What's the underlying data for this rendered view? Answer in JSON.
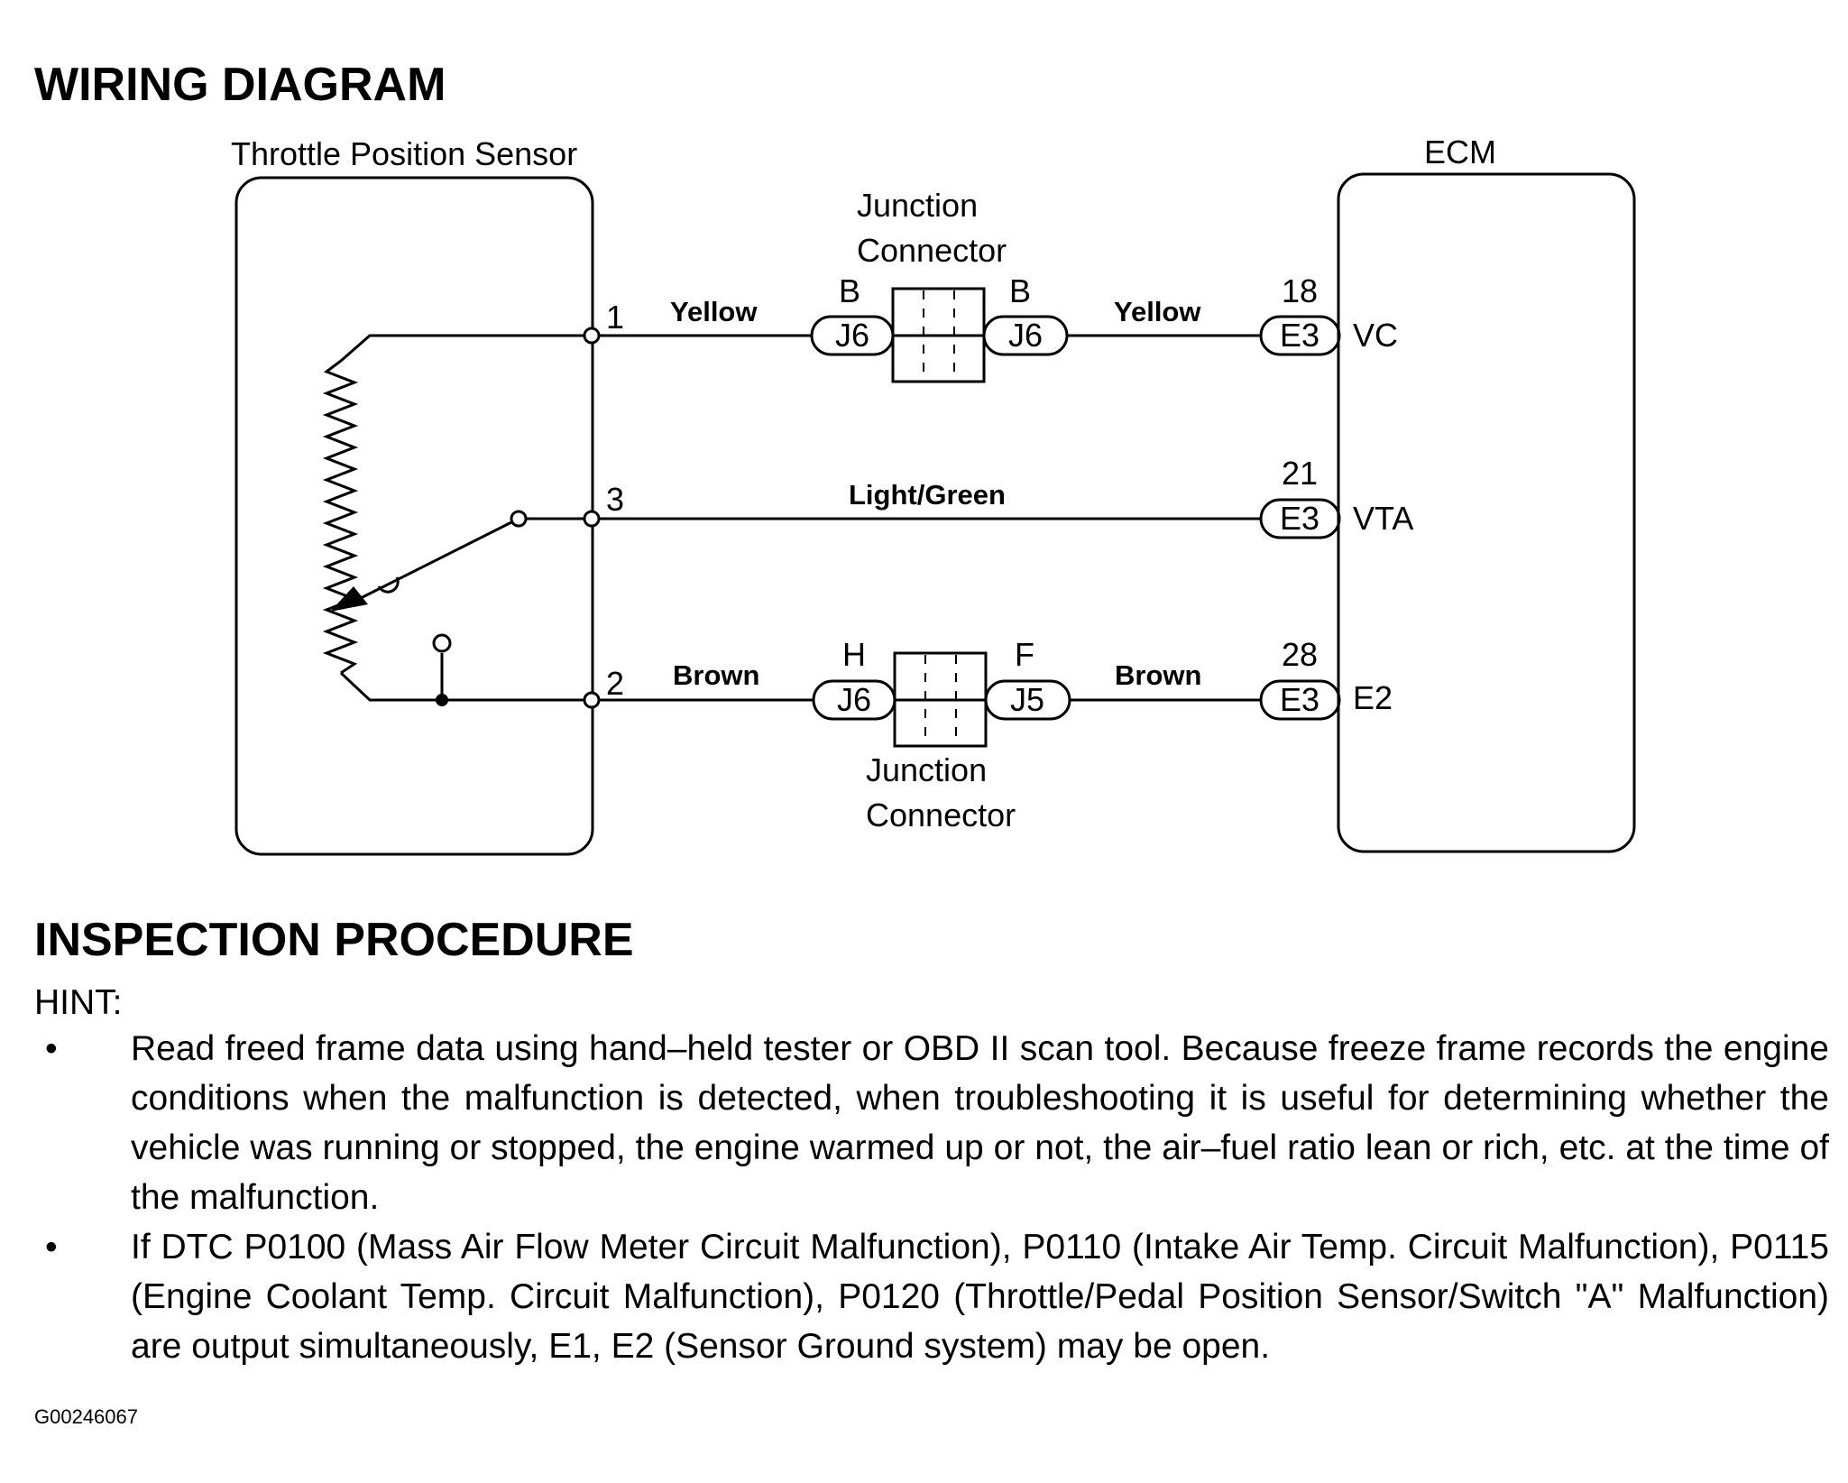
{
  "wiring_diagram": {
    "title": "WIRING DIAGRAM",
    "sensor": {
      "label": "Throttle Position Sensor",
      "pins": [
        "1",
        "3",
        "2"
      ]
    },
    "ecm": {
      "label": "ECM",
      "terminals": [
        "VC",
        "VTA",
        "E2"
      ]
    },
    "junction_connector_label": [
      "Junction",
      "Connector"
    ],
    "wires": [
      {
        "sensor_pin": "1",
        "color_left": "Yellow",
        "color_right": "Yellow",
        "junction": {
          "left_letter": "B",
          "left_id": "J6",
          "right_letter": "B",
          "right_id": "J6"
        },
        "ecm_pin": "18",
        "ecm_connector": "E3",
        "ecm_terminal": "VC"
      },
      {
        "sensor_pin": "3",
        "color": "Light/Green",
        "ecm_pin": "21",
        "ecm_connector": "E3",
        "ecm_terminal": "VTA"
      },
      {
        "sensor_pin": "2",
        "color_left": "Brown",
        "color_right": "Brown",
        "junction": {
          "left_letter": "H",
          "left_id": "J6",
          "right_letter": "F",
          "right_id": "J5"
        },
        "ecm_pin": "28",
        "ecm_connector": "E3",
        "ecm_terminal": "E2"
      }
    ]
  },
  "inspection": {
    "title": "INSPECTION PROCEDURE",
    "hint_label": "HINT:",
    "bullet_symbol": "•",
    "bullets": [
      "Read freed frame data using hand–held tester or OBD II scan tool. Because freeze frame records the engine conditions when the malfunction is detected, when troubleshooting it is useful for determining whether the vehicle was running or stopped, the engine warmed up or not, the air–fuel ratio lean or rich, etc. at the time of the malfunction.",
      "If DTC P0100 (Mass Air Flow Meter Circuit Malfunction), P0110 (Intake Air Temp. Circuit Malfunction), P0115 (Engine Coolant Temp. Circuit Malfunction), P0120 (Throttle/Pedal Position Sensor/Switch \"A\" Malfunction) are output simultaneously, E1, E2 (Sensor Ground system) may be open."
    ]
  },
  "footer_code": "G00246067"
}
